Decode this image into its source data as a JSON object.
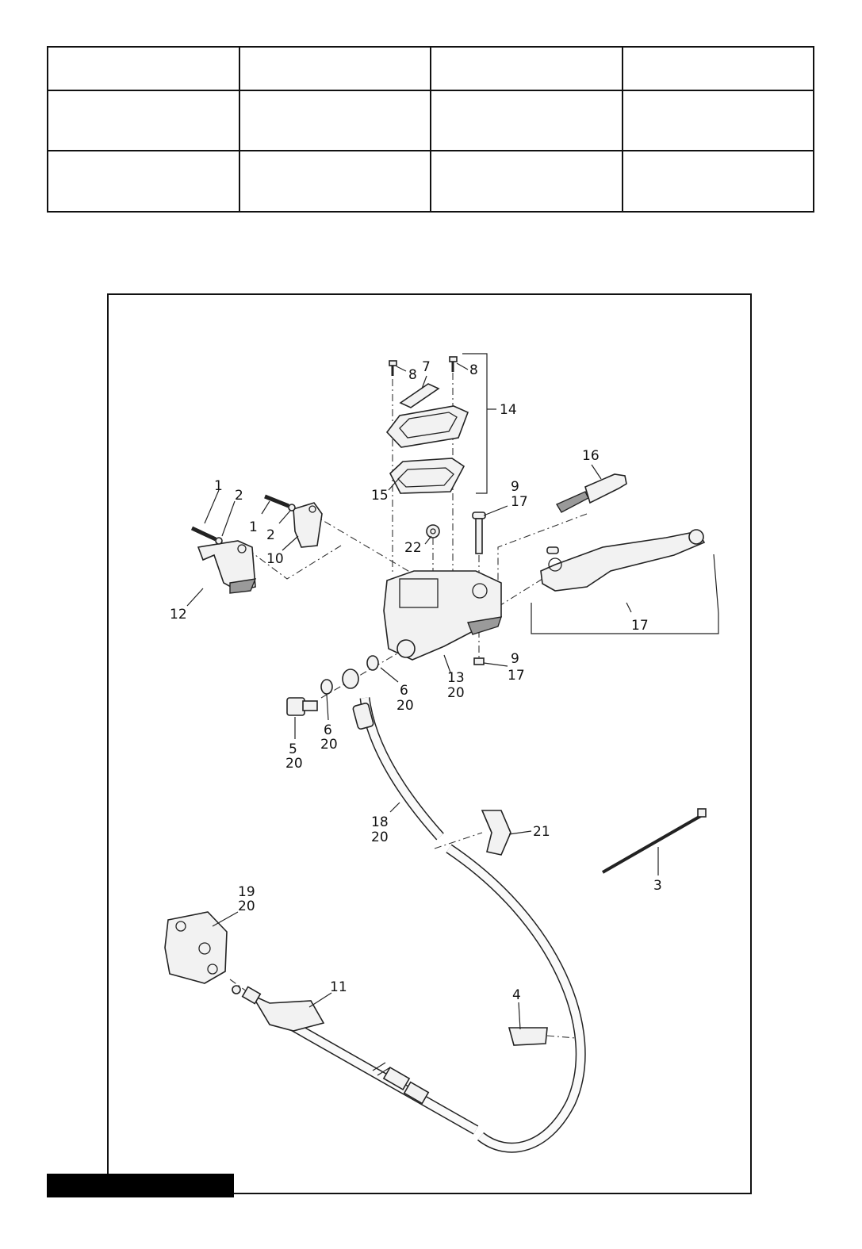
{
  "header_table": {
    "rows": [
      [
        "",
        "",
        "",
        ""
      ],
      [
        "",
        "",
        "",
        ""
      ],
      [
        "",
        "",
        "",
        ""
      ]
    ]
  },
  "callouts": {
    "c1a": "1",
    "c2a": "2",
    "c1b": "1",
    "c2b": "2",
    "c3": "3",
    "c4": "4",
    "c5": "5",
    "c5_20": "20",
    "c6a": "6",
    "c6a_20": "20",
    "c6b": "6",
    "c6b_20": "20",
    "c7": "7",
    "c8a": "8",
    "c8b": "8",
    "c9a": "9",
    "c9a_17": "17",
    "c9b": "9",
    "c9b_17": "17",
    "c10": "10",
    "c11": "11",
    "c12": "12",
    "c13": "13",
    "c13_20": "20",
    "c14": "14",
    "c15": "15",
    "c16": "16",
    "c17": "17",
    "c18": "18",
    "c18_20": "20",
    "c19": "19",
    "c19_20": "20",
    "c21": "21",
    "c22": "22"
  }
}
